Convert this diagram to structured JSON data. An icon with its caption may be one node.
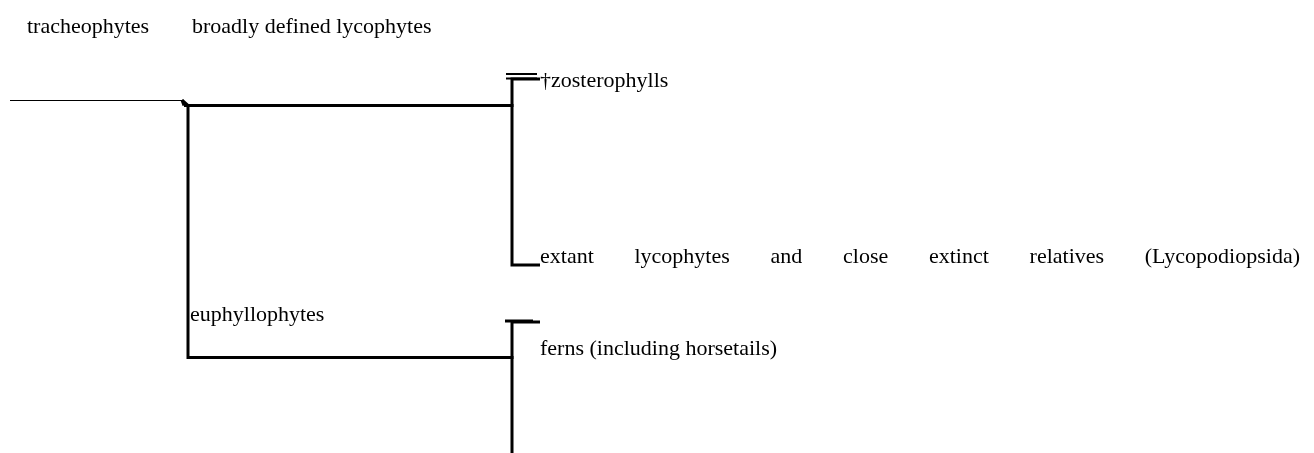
{
  "diagram": {
    "nodes": [
      {
        "text": [
          "tracheophytes"
        ]
      },
      {
        "text": [
          "broadly defined lycophytes"
        ]
      },
      {
        "text": [
          "euphyllophytes"
        ]
      },
      {
        "text": [
          "†zosterophylls"
        ]
      },
      {
        "text": [
          "extant lycophytes and close extinct relatives (Lycopodiopsida)"
        ]
      },
      {
        "text": [
          "ferns (including horsetails)"
        ]
      }
    ],
    "edges": [
      {
        "from": 0,
        "to": 1,
        "arrow": "none"
      },
      {
        "from": 0,
        "to": 2,
        "arrow": "none"
      },
      {
        "from": 1,
        "to": 3,
        "arrow": "none"
      },
      {
        "from": 1,
        "to": 4,
        "arrow": "none"
      },
      {
        "from": 2,
        "to": 5,
        "arrow": "none"
      },
      {
        "from": 2,
        "to": null,
        "arrow": "none"
      }
    ]
  }
}
